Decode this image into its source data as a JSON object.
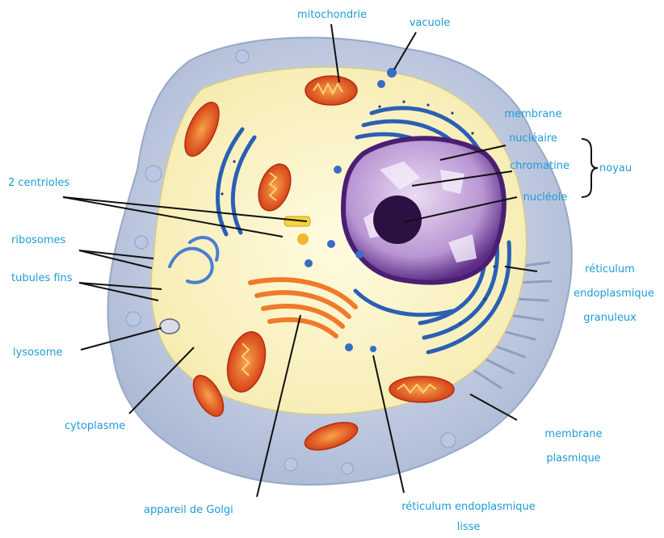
{
  "diagram": {
    "labels": {
      "mitochondrie": "mitochondrie",
      "vacuole": "vacuole",
      "membrane_nucleaire_1": "membrane",
      "membrane_nucleaire_2": "nucléaire",
      "chromatine": "chromatine",
      "noyau": "noyau",
      "nucleole": "nucléole",
      "centrioles": "2 centrioles",
      "ribosomes": "ribosomes",
      "tubules": "tubules fins",
      "lysosome": "lysosome",
      "cytoplasme": "cytoplasme",
      "reg_1": "réticulum",
      "reg_2": "endoplasmique",
      "reg_3": "granuleux",
      "membrane_plasmique_1": "membrane",
      "membrane_plasmique_2": "plasmique",
      "golgi": "appareil de Golgi",
      "rel_1": "réticulum endoplasmique",
      "rel_2": "lisse"
    },
    "colors": {
      "label": "#1e9bd7",
      "leader": "#111111",
      "outer_membrane": "#c9d3e6",
      "cytoplasm": "#fbf3c2",
      "mitochondria": "#e9531e",
      "er_blue": "#2a5fb5",
      "nucleus": "#7b4aa3",
      "golgi": "#f07a2a"
    }
  }
}
